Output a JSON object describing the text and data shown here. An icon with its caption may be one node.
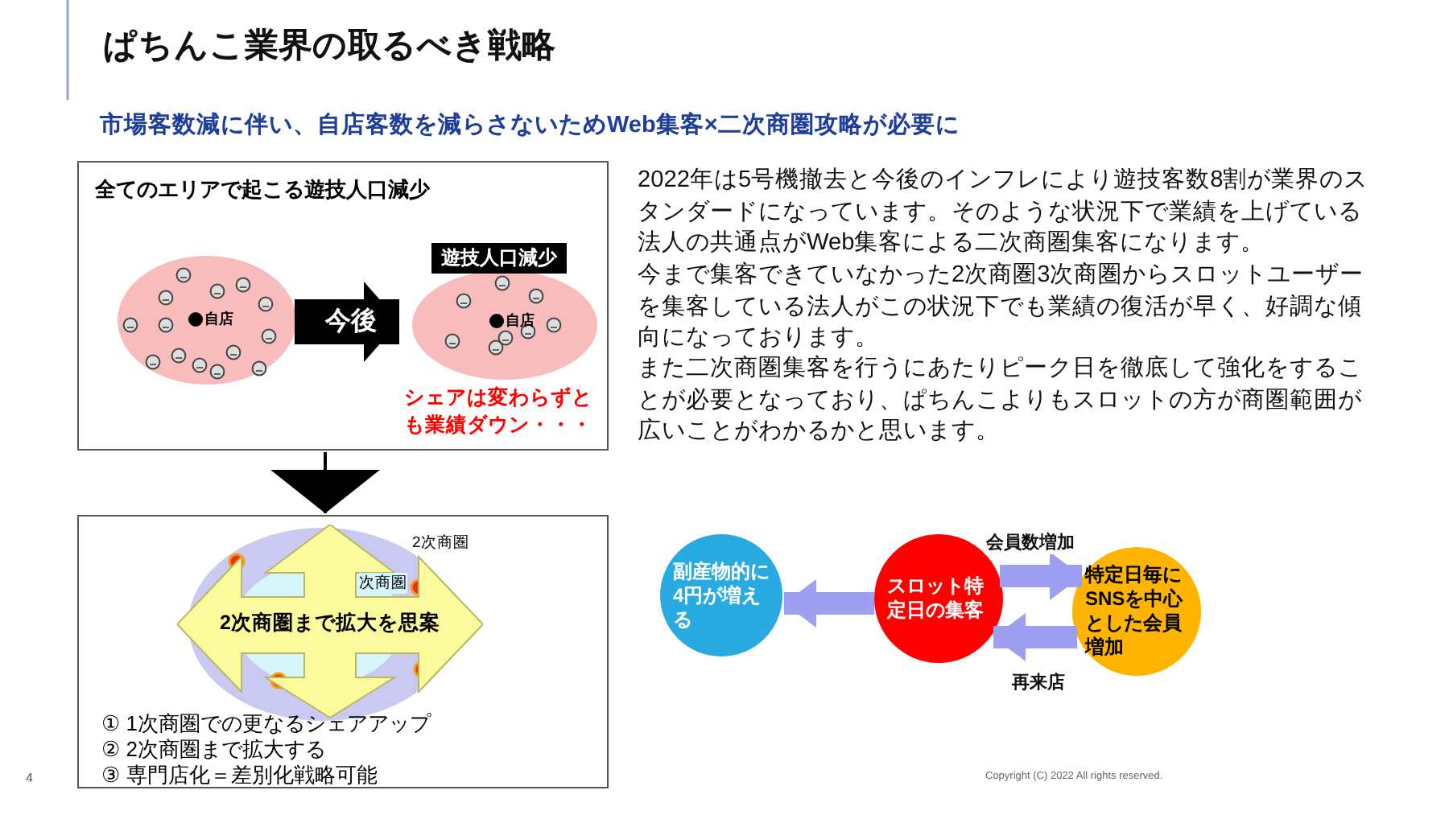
{
  "diagram": {
    "title": "ぱちんこ業界の取るべき戦略",
    "nodes": [
      {
        "text": [
          "全てのエリアで起こる遊技人口減少"
        ]
      },
      {
        "text": [
          "自店"
        ],
        "in": 0
      },
      {
        "text": [
          "遊技人口減少",
          "自店"
        ],
        "in": 0,
        "beside": [
          "シェアは変わらずとも業績ダウン・・・"
        ]
      },
      {
        "text": [
          "① 1次商圏での更なるシェアアップ",
          "② 2次商圏まで拡大する",
          "③ 専門店化＝差別化戦略可能"
        ]
      },
      {
        "text": [
          "2次商圏まで拡大を思案"
        ],
        "in": 3
      },
      {
        "text": [
          "副産物的に4円が増える"
        ]
      },
      {
        "text": [
          "スロット特定日の集客"
        ]
      },
      {
        "text": [
          "特定日毎にSNSを中心とした会員増加"
        ]
      }
    ],
    "edges": [
      {
        "from": 1,
        "to": 2,
        "arrow": "to",
        "label": "今後",
        "style": "thick",
        "color": "#000000"
      },
      {
        "from": 0,
        "to": 3,
        "arrow": "to",
        "color": "#000000"
      },
      {
        "from": 6,
        "to": 5,
        "arrow": "to"
      },
      {
        "from": 6,
        "to": 7,
        "arrow": "to",
        "label": "会員数増加"
      },
      {
        "from": 7,
        "to": 6,
        "arrow": "to",
        "label": "再来店"
      }
    ],
    "labels": [
      "市場客数減に伴い、自店客数を減らさないためWeb集客×二次商圏攻略が必要に",
      "2022年は5号機撤去と今後のインフレにより遊技客数8割が業界のスタンダードになっています。そのような状況下で業績を上げている法人の共通点がWeb集客による二次商圏集客になります。",
      "今まで集客できていなかった2次商圏3次商圏からスロットユーザーを集客している法人がこの状況下でも業績の復活が早く、好調な傾向になっております。",
      "また二次商圏集客を行うにあたりピーク日を徹底して強化をすることが必要となっており、ぱちんこよりもスロットの方が商圏範囲が広いことがわかるかと思います。",
      "2次商圏",
      "次商圏",
      "4",
      "Copyright (C) 2022 All rights reserved."
    ]
  }
}
